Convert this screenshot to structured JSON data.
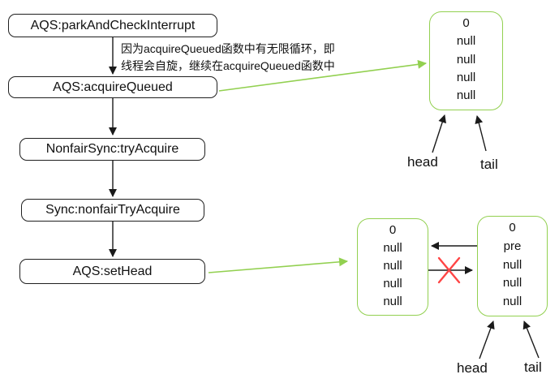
{
  "colors": {
    "green": "#92d050",
    "red": "#ff4545",
    "ink": "#111111"
  },
  "flow": {
    "nodes": [
      {
        "label": "AQS:parkAndCheckInterrupt"
      },
      {
        "label": "AQS:acquireQueued"
      },
      {
        "label": "NonfairSync:tryAcquire"
      },
      {
        "label": "Sync:nonfairTryAcquire"
      },
      {
        "label": "AQS:setHead"
      }
    ],
    "annotation": {
      "line1": "因为acquireQueued函数中有无限循环，即",
      "line2": "线程会自旋，继续在acquireQueued函数中"
    }
  },
  "top_queue": {
    "node": {
      "values": [
        "0",
        "null",
        "null",
        "null",
        "null"
      ]
    },
    "head_label": "head",
    "tail_label": "tail"
  },
  "bottom_queue": {
    "left_node": {
      "values": [
        "0",
        "null",
        "null",
        "null",
        "null"
      ]
    },
    "right_node": {
      "values": [
        "0",
        "pre",
        "null",
        "null",
        "null"
      ]
    },
    "head_label": "head",
    "tail_label": "tail"
  }
}
